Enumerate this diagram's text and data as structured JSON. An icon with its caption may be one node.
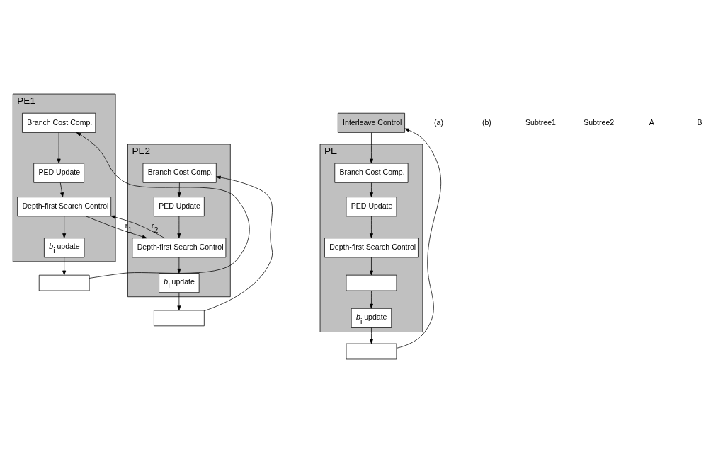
{
  "diagram": {
    "nodes": [
      {
        "text": [
          "PE1"
        ]
      },
      {
        "text": [
          "Branch Cost Comp."
        ],
        "in": 0
      },
      {
        "text": [
          "PED Update"
        ],
        "in": 0
      },
      {
        "text": [
          "Depth-first Search Control"
        ],
        "in": 0
      },
      {
        "text": [
          "*b*$_{i}$ update"
        ],
        "in": 0
      },
      {
        "text": [],
        "shape": "box"
      },
      {
        "text": [
          "PE2"
        ]
      },
      {
        "text": [
          "Branch Cost Comp."
        ],
        "in": 6
      },
      {
        "text": [
          "PED Update"
        ],
        "in": 6
      },
      {
        "text": [
          "Depth-first Search Control"
        ],
        "in": 6
      },
      {
        "text": [
          "*b*$_{i}$ update"
        ],
        "in": 6
      },
      {
        "text": [],
        "shape": "box"
      },
      {
        "text": [
          "Interleave Control"
        ]
      },
      {
        "text": [
          "PE"
        ]
      },
      {
        "text": [
          "Branch Cost Comp."
        ],
        "in": 13
      },
      {
        "text": [
          "PED Update"
        ],
        "in": 13
      },
      {
        "text": [
          "Depth-first Search Control"
        ],
        "in": 13
      },
      {
        "text": [],
        "shape": "box",
        "in": 13
      },
      {
        "text": [
          "*b*$_{i}$ update"
        ],
        "in": 13
      },
      {
        "text": [],
        "shape": "box"
      }
    ],
    "edges": [
      {
        "from": 5,
        "to": 1,
        "arrow": "to"
      },
      {
        "from": 1,
        "to": 2,
        "arrow": "to"
      },
      {
        "from": 2,
        "to": 3,
        "arrow": "to"
      },
      {
        "from": 3,
        "to": 4,
        "arrow": "to"
      },
      {
        "from": 4,
        "to": 5,
        "arrow": "to"
      },
      {
        "from": 3,
        "to": 9,
        "arrow": "to",
        "label": "r$_{1}$"
      },
      {
        "from": 9,
        "to": 3,
        "arrow": "to",
        "label": "r$_{2}$"
      },
      {
        "from": 11,
        "to": 7,
        "arrow": "to"
      },
      {
        "from": 7,
        "to": 8,
        "arrow": "to"
      },
      {
        "from": 8,
        "to": 9,
        "arrow": "to"
      },
      {
        "from": 9,
        "to": 10,
        "arrow": "to"
      },
      {
        "from": 10,
        "to": 11,
        "arrow": "to"
      },
      {
        "from": 19,
        "to": 12,
        "arrow": "to"
      },
      {
        "from": 12,
        "to": 14,
        "arrow": "to"
      },
      {
        "from": 14,
        "to": 15,
        "arrow": "to"
      },
      {
        "from": 15,
        "to": 16,
        "arrow": "to"
      },
      {
        "from": 16,
        "to": 17,
        "arrow": "to"
      },
      {
        "from": 17,
        "to": 18,
        "arrow": "to"
      },
      {
        "from": 18,
        "to": 19,
        "arrow": "to"
      }
    ],
    "labels": [
      "(a)",
      "(b)",
      "Subtree1",
      "Subtree2",
      "A",
      "B"
    ]
  }
}
